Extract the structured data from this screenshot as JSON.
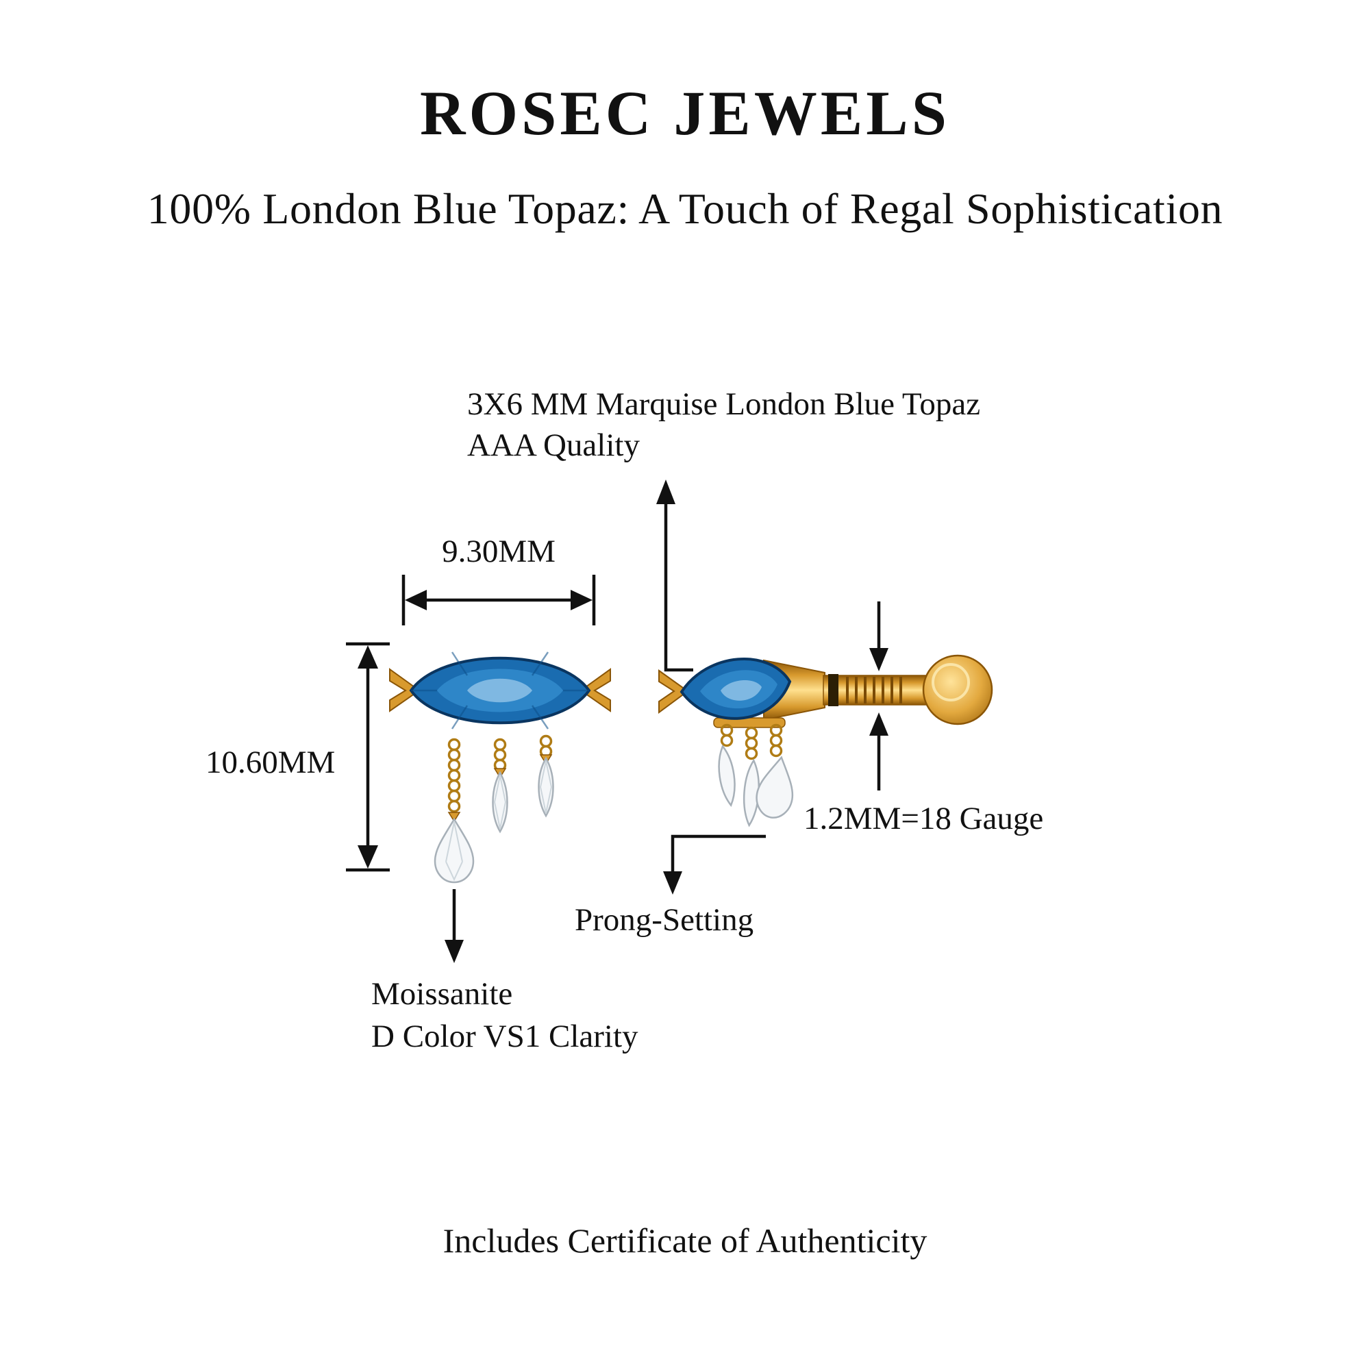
{
  "page": {
    "brand": "ROSEC JEWELS",
    "headline": "100% London Blue Topaz: A Touch of Regal Sophistication",
    "footer": "Includes Certificate of Authenticity"
  },
  "annotations": {
    "gemstone_line1": "3X6 MM Marquise London Blue Topaz",
    "gemstone_line2": "AAA Quality",
    "width_dimension": "9.30MM",
    "height_dimension": "10.60MM",
    "gauge": "1.2MM=18 Gauge",
    "setting": "Prong-Setting",
    "accent_line1": "Moissanite",
    "accent_line2": "D Color VS1 Clarity"
  },
  "colors": {
    "background": "#FFFFFF",
    "text": "#111111",
    "gold": "#D89A2E",
    "gold_dark": "#8A5506",
    "topaz_blue": "#1A6CB0",
    "topaz_dark": "#0A3560",
    "moissanite": "#F5F7F9"
  }
}
